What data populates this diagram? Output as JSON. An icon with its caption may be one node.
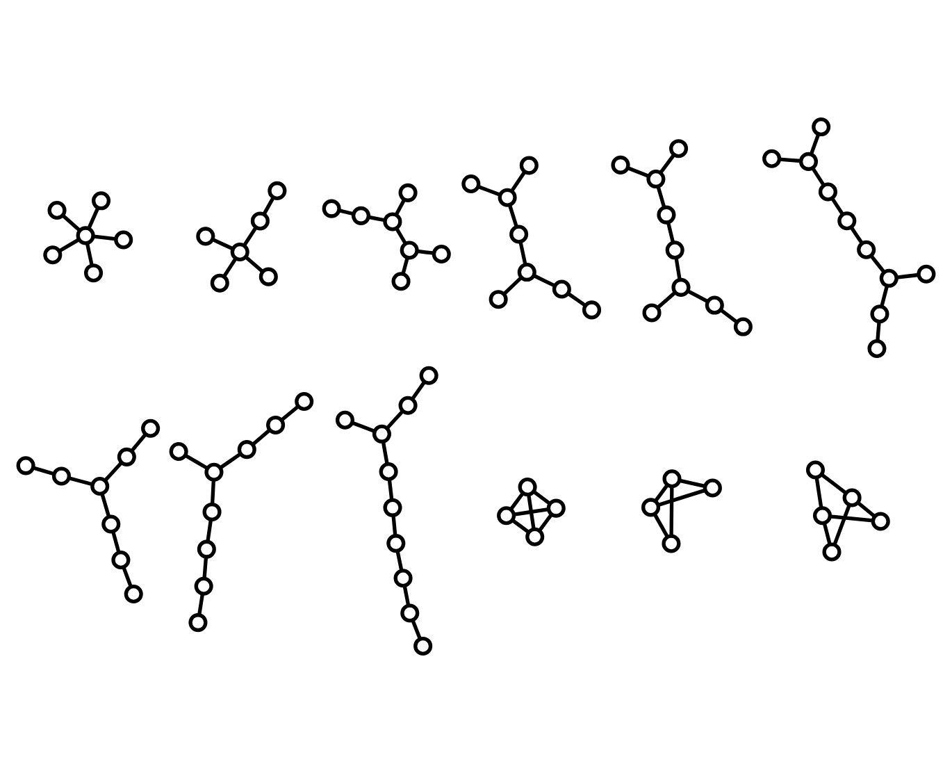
{
  "diagram": {
    "nodes": [
      {
        "text": [],
        "shape": "circle"
      },
      {
        "text": [],
        "shape": "circle"
      },
      {
        "text": [],
        "shape": "circle"
      },
      {
        "text": [],
        "shape": "circle"
      },
      {
        "text": [],
        "shape": "circle"
      },
      {
        "text": [],
        "shape": "circle"
      },
      {
        "text": [],
        "shape": "circle"
      },
      {
        "text": [],
        "shape": "circle"
      },
      {
        "text": [],
        "shape": "circle"
      },
      {
        "text": [],
        "shape": "circle"
      },
      {
        "text": [],
        "shape": "circle"
      },
      {
        "text": [],
        "shape": "circle"
      },
      {
        "text": [],
        "shape": "circle"
      },
      {
        "text": [],
        "shape": "circle"
      },
      {
        "text": [],
        "shape": "circle"
      },
      {
        "text": [],
        "shape": "circle"
      },
      {
        "text": [],
        "shape": "circle"
      },
      {
        "text": [],
        "shape": "circle"
      },
      {
        "text": [],
        "shape": "circle"
      },
      {
        "text": [],
        "shape": "circle"
      },
      {
        "text": [],
        "shape": "circle"
      },
      {
        "text": [],
        "shape": "circle"
      },
      {
        "text": [],
        "shape": "circle"
      },
      {
        "text": [],
        "shape": "circle"
      },
      {
        "text": [],
        "shape": "circle"
      },
      {
        "text": [],
        "shape": "circle"
      },
      {
        "text": [],
        "shape": "circle"
      },
      {
        "text": [],
        "shape": "circle"
      },
      {
        "text": [],
        "shape": "circle"
      },
      {
        "text": [],
        "shape": "circle"
      },
      {
        "text": [],
        "shape": "circle"
      },
      {
        "text": [],
        "shape": "circle"
      },
      {
        "text": [],
        "shape": "circle"
      },
      {
        "text": [],
        "shape": "circle"
      },
      {
        "text": [],
        "shape": "circle"
      },
      {
        "text": [],
        "shape": "circle"
      },
      {
        "text": [],
        "shape": "circle"
      },
      {
        "text": [],
        "shape": "circle"
      },
      {
        "text": [],
        "shape": "circle"
      },
      {
        "text": [],
        "shape": "circle"
      },
      {
        "text": [],
        "shape": "circle"
      },
      {
        "text": [],
        "shape": "circle"
      },
      {
        "text": [],
        "shape": "circle"
      },
      {
        "text": [],
        "shape": "circle"
      },
      {
        "text": [],
        "shape": "circle"
      },
      {
        "text": [],
        "shape": "circle"
      },
      {
        "text": [],
        "shape": "circle"
      },
      {
        "text": [],
        "shape": "circle"
      },
      {
        "text": [],
        "shape": "circle"
      },
      {
        "text": [],
        "shape": "circle"
      },
      {
        "text": [],
        "shape": "circle"
      },
      {
        "text": [],
        "shape": "circle"
      },
      {
        "text": [],
        "shape": "circle"
      },
      {
        "text": [],
        "shape": "circle"
      },
      {
        "text": [],
        "shape": "circle"
      },
      {
        "text": [],
        "shape": "circle"
      },
      {
        "text": [],
        "shape": "circle"
      },
      {
        "text": [],
        "shape": "circle"
      },
      {
        "text": [],
        "shape": "circle"
      },
      {
        "text": [],
        "shape": "circle"
      },
      {
        "text": [],
        "shape": "circle"
      },
      {
        "text": [],
        "shape": "circle"
      },
      {
        "text": [],
        "shape": "circle"
      },
      {
        "text": [],
        "shape": "circle"
      },
      {
        "text": [],
        "shape": "circle"
      },
      {
        "text": [],
        "shape": "circle"
      },
      {
        "text": [],
        "shape": "circle"
      },
      {
        "text": [],
        "shape": "circle"
      },
      {
        "text": [],
        "shape": "circle"
      },
      {
        "text": [],
        "shape": "circle"
      },
      {
        "text": [],
        "shape": "circle"
      },
      {
        "text": [],
        "shape": "circle"
      },
      {
        "text": [],
        "shape": "circle"
      },
      {
        "text": [],
        "shape": "circle"
      },
      {
        "text": [],
        "shape": "circle"
      },
      {
        "text": [],
        "shape": "circle"
      },
      {
        "text": [],
        "shape": "circle"
      },
      {
        "text": [],
        "shape": "circle"
      },
      {
        "text": [],
        "shape": "circle"
      },
      {
        "text": [],
        "shape": "circle"
      },
      {
        "text": [],
        "shape": "circle"
      },
      {
        "text": [],
        "shape": "circle"
      },
      {
        "text": [],
        "shape": "circle"
      },
      {
        "text": [],
        "shape": "circle"
      },
      {
        "text": [],
        "shape": "circle"
      },
      {
        "text": [],
        "shape": "circle"
      }
    ],
    "edges": [
      {
        "from": 3,
        "to": 0,
        "arrow": "none"
      },
      {
        "from": 3,
        "to": 1,
        "arrow": "none"
      },
      {
        "from": 3,
        "to": 2,
        "arrow": "none"
      },
      {
        "from": 3,
        "to": 4,
        "arrow": "none"
      },
      {
        "from": 3,
        "to": 5,
        "arrow": "none"
      },
      {
        "from": 8,
        "to": 6,
        "arrow": "none"
      },
      {
        "from": 8,
        "to": 7,
        "arrow": "none"
      },
      {
        "from": 8,
        "to": 9,
        "arrow": "none"
      },
      {
        "from": 8,
        "to": 10,
        "arrow": "none"
      },
      {
        "from": 10,
        "to": 11,
        "arrow": "none"
      },
      {
        "from": 14,
        "to": 12,
        "arrow": "none"
      },
      {
        "from": 14,
        "to": 13,
        "arrow": "none"
      },
      {
        "from": 14,
        "to": 15,
        "arrow": "none"
      },
      {
        "from": 15,
        "to": 16,
        "arrow": "none"
      },
      {
        "from": 15,
        "to": 17,
        "arrow": "none"
      },
      {
        "from": 17,
        "to": 18,
        "arrow": "none"
      },
      {
        "from": 21,
        "to": 19,
        "arrow": "none"
      },
      {
        "from": 21,
        "to": 20,
        "arrow": "none"
      },
      {
        "from": 21,
        "to": 22,
        "arrow": "none"
      },
      {
        "from": 22,
        "to": 23,
        "arrow": "none"
      },
      {
        "from": 23,
        "to": 24,
        "arrow": "none"
      },
      {
        "from": 23,
        "to": 25,
        "arrow": "none"
      },
      {
        "from": 25,
        "to": 26,
        "arrow": "none"
      },
      {
        "from": 29,
        "to": 27,
        "arrow": "none"
      },
      {
        "from": 29,
        "to": 28,
        "arrow": "none"
      },
      {
        "from": 29,
        "to": 30,
        "arrow": "none"
      },
      {
        "from": 30,
        "to": 31,
        "arrow": "none"
      },
      {
        "from": 31,
        "to": 32,
        "arrow": "none"
      },
      {
        "from": 32,
        "to": 33,
        "arrow": "none"
      },
      {
        "from": 32,
        "to": 34,
        "arrow": "none"
      },
      {
        "from": 34,
        "to": 35,
        "arrow": "none"
      },
      {
        "from": 38,
        "to": 36,
        "arrow": "none"
      },
      {
        "from": 38,
        "to": 37,
        "arrow": "none"
      },
      {
        "from": 38,
        "to": 39,
        "arrow": "none"
      },
      {
        "from": 39,
        "to": 40,
        "arrow": "none"
      },
      {
        "from": 40,
        "to": 41,
        "arrow": "none"
      },
      {
        "from": 41,
        "to": 42,
        "arrow": "none"
      },
      {
        "from": 42,
        "to": 43,
        "arrow": "none"
      },
      {
        "from": 42,
        "to": 44,
        "arrow": "none"
      },
      {
        "from": 44,
        "to": 45,
        "arrow": "none"
      },
      {
        "from": 48,
        "to": 49,
        "arrow": "none"
      },
      {
        "from": 49,
        "to": 50,
        "arrow": "none"
      },
      {
        "from": 50,
        "to": 47,
        "arrow": "none"
      },
      {
        "from": 47,
        "to": 46,
        "arrow": "none"
      },
      {
        "from": 50,
        "to": 51,
        "arrow": "none"
      },
      {
        "from": 51,
        "to": 52,
        "arrow": "none"
      },
      {
        "from": 52,
        "to": 53,
        "arrow": "none"
      },
      {
        "from": 55,
        "to": 56,
        "arrow": "none"
      },
      {
        "from": 56,
        "to": 57,
        "arrow": "none"
      },
      {
        "from": 57,
        "to": 58,
        "arrow": "none"
      },
      {
        "from": 58,
        "to": 54,
        "arrow": "none"
      },
      {
        "from": 58,
        "to": 59,
        "arrow": "none"
      },
      {
        "from": 59,
        "to": 60,
        "arrow": "none"
      },
      {
        "from": 60,
        "to": 61,
        "arrow": "none"
      },
      {
        "from": 61,
        "to": 62,
        "arrow": "none"
      },
      {
        "from": 64,
        "to": 65,
        "arrow": "none"
      },
      {
        "from": 65,
        "to": 66,
        "arrow": "none"
      },
      {
        "from": 66,
        "to": 63,
        "arrow": "none"
      },
      {
        "from": 66,
        "to": 67,
        "arrow": "none"
      },
      {
        "from": 67,
        "to": 68,
        "arrow": "none"
      },
      {
        "from": 68,
        "to": 69,
        "arrow": "none"
      },
      {
        "from": 69,
        "to": 70,
        "arrow": "none"
      },
      {
        "from": 70,
        "to": 71,
        "arrow": "none"
      },
      {
        "from": 71,
        "to": 72,
        "arrow": "none"
      },
      {
        "from": 73,
        "to": 74,
        "arrow": "none"
      },
      {
        "from": 73,
        "to": 75,
        "arrow": "none"
      },
      {
        "from": 73,
        "to": 76,
        "arrow": "none"
      },
      {
        "from": 74,
        "to": 75,
        "arrow": "none"
      },
      {
        "from": 74,
        "to": 76,
        "arrow": "none"
      },
      {
        "from": 75,
        "to": 76,
        "arrow": "none"
      },
      {
        "from": 77,
        "to": 78,
        "arrow": "none"
      },
      {
        "from": 77,
        "to": 79,
        "arrow": "none"
      },
      {
        "from": 77,
        "to": 80,
        "arrow": "none"
      },
      {
        "from": 78,
        "to": 80,
        "arrow": "none"
      },
      {
        "from": 79,
        "to": 80,
        "arrow": "none"
      },
      {
        "from": 81,
        "to": 82,
        "arrow": "none"
      },
      {
        "from": 81,
        "to": 83,
        "arrow": "none"
      },
      {
        "from": 81,
        "to": 84,
        "arrow": "none"
      },
      {
        "from": 82,
        "to": 85,
        "arrow": "none"
      },
      {
        "from": 83,
        "to": 85,
        "arrow": "none"
      },
      {
        "from": 84,
        "to": 85,
        "arrow": "none"
      }
    ]
  }
}
